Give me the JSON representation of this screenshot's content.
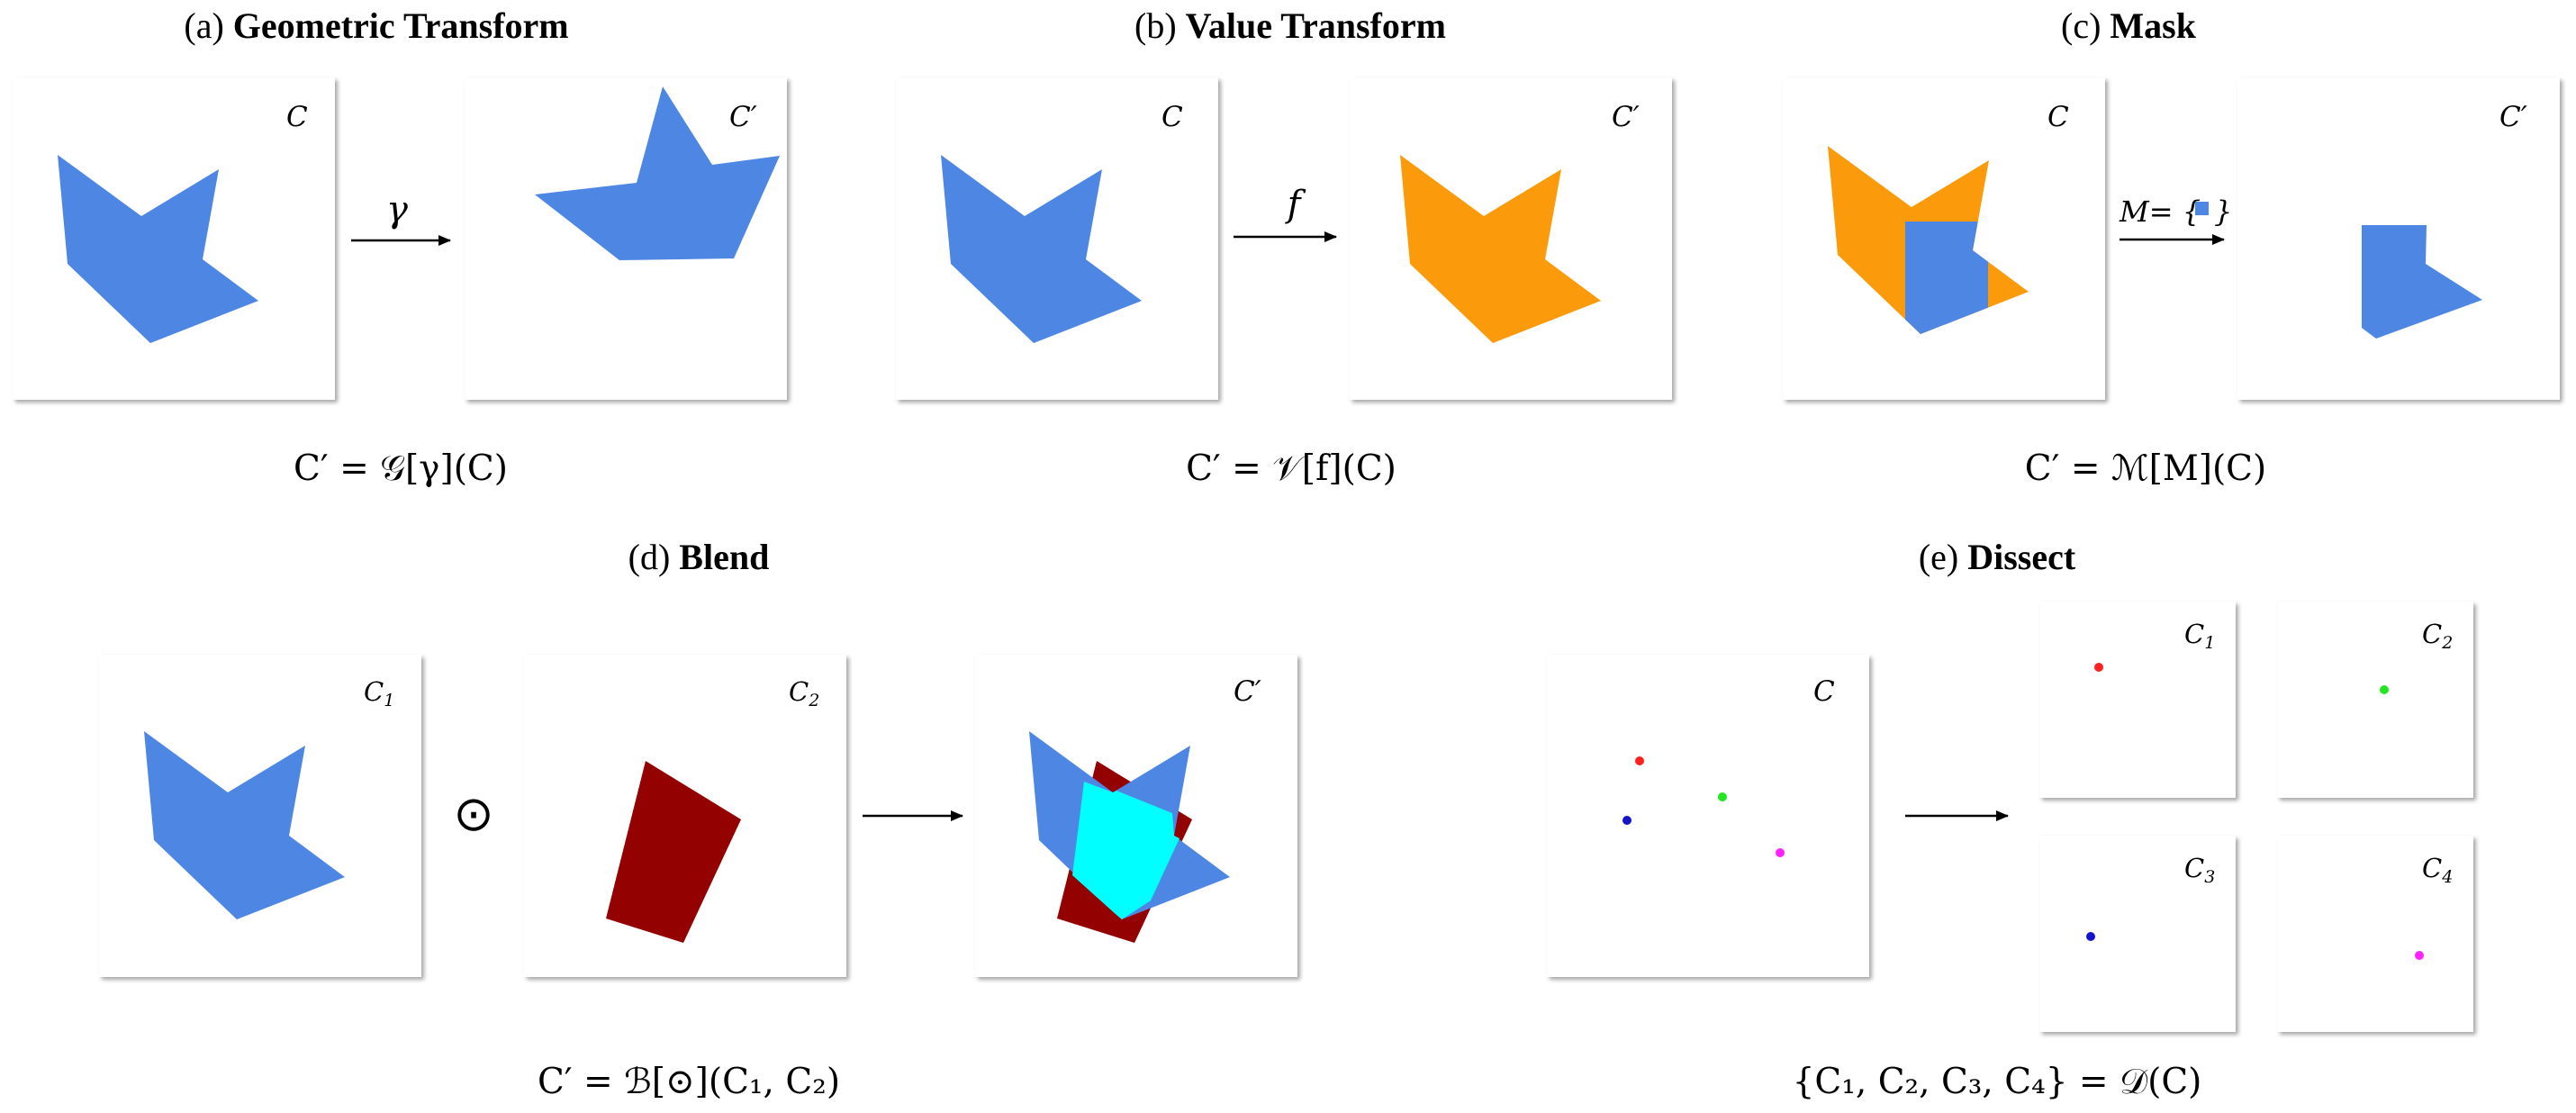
{
  "colors": {
    "blue": "#4e86e4",
    "orange": "#fb9b0b",
    "darkred": "#930101",
    "cyan": "#00ffff",
    "red": "#ff2020",
    "green": "#22e622",
    "navy": "#1414c8",
    "magenta": "#ff22ff"
  },
  "panels": {
    "a": {
      "title_prefix": "(a) ",
      "title_bold": "Geometric Transform",
      "input_label": "C",
      "output_label": "C′",
      "arrow_label": "γ",
      "formula": "C′ = 𝒢[γ](C)"
    },
    "b": {
      "title_prefix": "(b) ",
      "title_bold": "Value Transform",
      "input_label": "C",
      "output_label": "C′",
      "arrow_label": "f",
      "formula": "C′ = 𝒱[f](C)"
    },
    "c": {
      "title_prefix": "(c) ",
      "title_bold": "Mask",
      "input_label": "C",
      "output_label": "C′",
      "arrow_label_prefix": "M= {",
      "arrow_label_suffix": "}",
      "formula": "C′ = ℳ[M](C)"
    },
    "d": {
      "title_prefix": "(d) ",
      "title_bold": "Blend",
      "input1_label": "C",
      "input1_sub": "1",
      "input2_label": "C",
      "input2_sub": "2",
      "operator": "⊙",
      "output_label": "C′",
      "formula": "C′ = ℬ[⊙](C₁, C₂)"
    },
    "e": {
      "title_prefix": "(e) ",
      "title_bold": "Dissect",
      "input_label": "C",
      "outputs": [
        {
          "label": "C",
          "sub": "1"
        },
        {
          "label": "C",
          "sub": "2"
        },
        {
          "label": "C",
          "sub": "3"
        },
        {
          "label": "C",
          "sub": "4"
        }
      ],
      "formula": "{C₁, C₂, C₃, C₄} = 𝒟(C)"
    }
  }
}
